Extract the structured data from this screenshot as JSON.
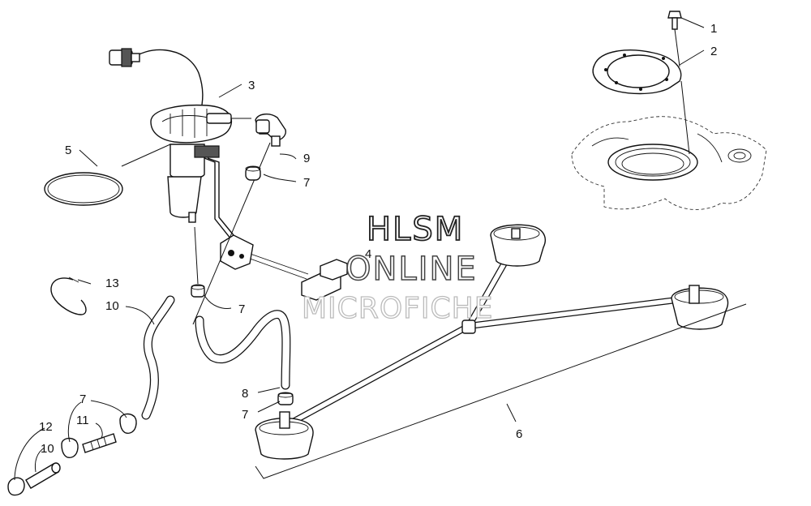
{
  "watermark": {
    "line1": "HLSM",
    "line2": "ONLINE",
    "line3": "MICROFICHE"
  },
  "callouts": [
    {
      "id": "c1",
      "label": "1"
    },
    {
      "id": "c2",
      "label": "2"
    },
    {
      "id": "c3",
      "label": "3"
    },
    {
      "id": "c4",
      "label": "4"
    },
    {
      "id": "c5",
      "label": "5"
    },
    {
      "id": "c6",
      "label": "6"
    },
    {
      "id": "c7a",
      "label": "7"
    },
    {
      "id": "c7b",
      "label": "7"
    },
    {
      "id": "c7c",
      "label": "7"
    },
    {
      "id": "c7d",
      "label": "7"
    },
    {
      "id": "c8",
      "label": "8"
    },
    {
      "id": "c9",
      "label": "9"
    },
    {
      "id": "c10a",
      "label": "10"
    },
    {
      "id": "c10b",
      "label": "10"
    },
    {
      "id": "c11",
      "label": "11"
    },
    {
      "id": "c12",
      "label": "12"
    },
    {
      "id": "c13",
      "label": "13"
    }
  ]
}
